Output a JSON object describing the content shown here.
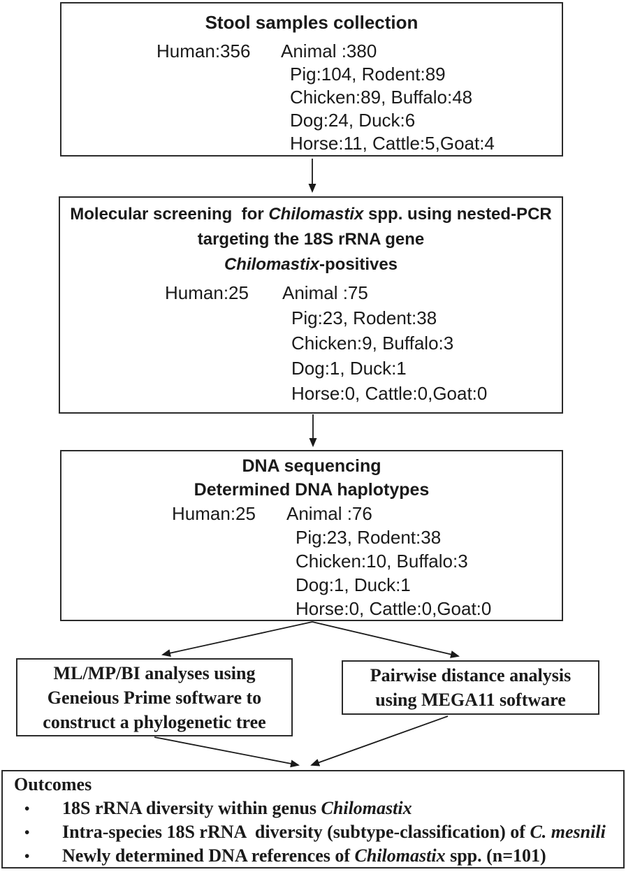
{
  "figure": {
    "type": "study-flowchart",
    "bullet_char": "•",
    "colors": {
      "ink": "#1a1a1a",
      "border": "#2b2b2b",
      "background": "#ffffff"
    },
    "boxes": {
      "stool": {
        "title": "Stool samples collection",
        "human": "Human:356",
        "animal": "Animal :380",
        "animal_details": [
          "Pig:104, Rodent:89",
          "Chicken:89, Buffalo:48",
          "Dog:24, Duck:6",
          "Horse:11, Cattle:5,Goat:4"
        ]
      },
      "screening": {
        "title_lines": [
          "Molecular screening  for *Chilomastix* spp. using nested-PCR",
          "targeting the 18S rRNA gene",
          "*Chilomastix*-positives"
        ],
        "human": "Human:25",
        "animal": "Animal :75",
        "animal_details": [
          "Pig:23, Rodent:38",
          "Chicken:9, Buffalo:3",
          "Dog:1, Duck:1",
          "Horse:0, Cattle:0,Goat:0"
        ]
      },
      "sequencing": {
        "title_lines": [
          "DNA sequencing",
          "Determined DNA haplotypes"
        ],
        "human": "Human:25",
        "animal": "Animal :76",
        "animal_details": [
          "Pig:23, Rodent:38",
          "Chicken:10, Buffalo:3",
          "Dog:1, Duck:1",
          "Horse:0, Cattle:0,Goat:0"
        ]
      },
      "phylogenetic": {
        "lines": [
          "ML/MP/BI analyses using",
          "Geneious Prime software to",
          "construct a phylogenetic tree"
        ]
      },
      "pairwise": {
        "lines": [
          "Pairwise distance analysis",
          "using MEGA11 software"
        ]
      },
      "outcomes": {
        "title": "Outcomes",
        "bullets": [
          "18S rRNA diversity within genus *Chilomastix*",
          "Intra-species 18S rRNA  diversity (subtype-classification) of *C. mesnili*",
          "Newly determined DNA references of *Chilomastix* spp. (n=101)"
        ]
      }
    }
  }
}
